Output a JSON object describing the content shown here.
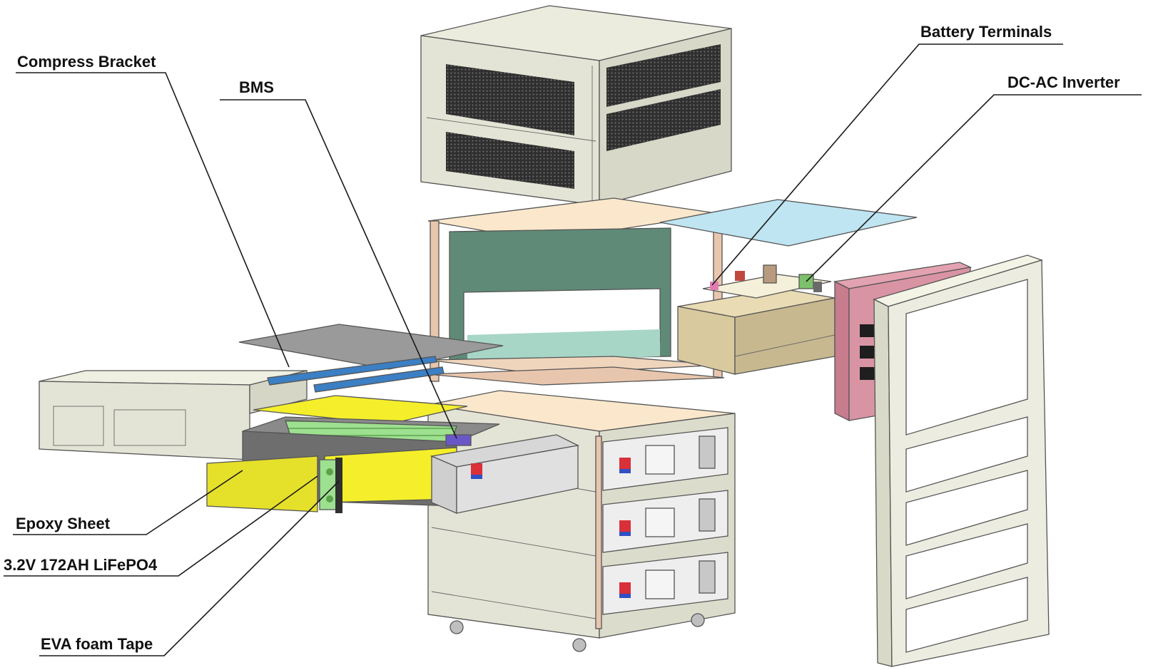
{
  "labels": {
    "compress_bracket": "Compress Bracket",
    "bms": "BMS",
    "battery_terminals": "Battery Terminals",
    "dc_ac_inverter": "DC-AC Inverter",
    "epoxy_sheet": "Epoxy Sheet",
    "cell": "3.2V 172AH LiFePO4",
    "eva_foam_tape": "EVA foam Tape"
  },
  "colors": {
    "housing": "#e6e6d8",
    "frame": "#e8c6ad",
    "frame_top": "#fbe8cc",
    "inner_panel": "#5f8a78",
    "glass_plate": "#bfe4f2",
    "door": "#d994a4",
    "epoxy_yellow": "#f4ef2a",
    "cell_green": "#9de08f",
    "bracket_blue": "#3b7fc4",
    "top_plate": "#9a9a9a",
    "inverter_body": "#e9dbb4",
    "mesh": "#3a3a3a"
  }
}
